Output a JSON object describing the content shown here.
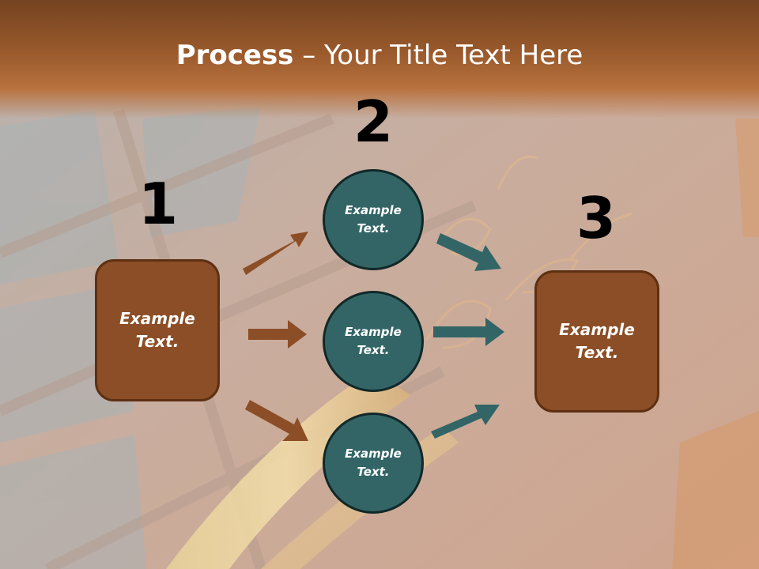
{
  "title": {
    "bold": "Process",
    "rest": " – Your Title Text Here"
  },
  "steps": {
    "one": {
      "number": "1",
      "text": "Example Text."
    },
    "two": {
      "number": "2"
    },
    "three": {
      "number": "3",
      "text": "Example Text."
    }
  },
  "circles": [
    {
      "text": "Example Text."
    },
    {
      "text": "Example Text."
    },
    {
      "text": "Example Text."
    }
  ],
  "colors": {
    "box_fill": "#8c4e26",
    "circle_fill": "#336566",
    "arrow_brown": "#8c4e26",
    "arrow_teal": "#336566",
    "title_band": "#9a5a2c"
  }
}
